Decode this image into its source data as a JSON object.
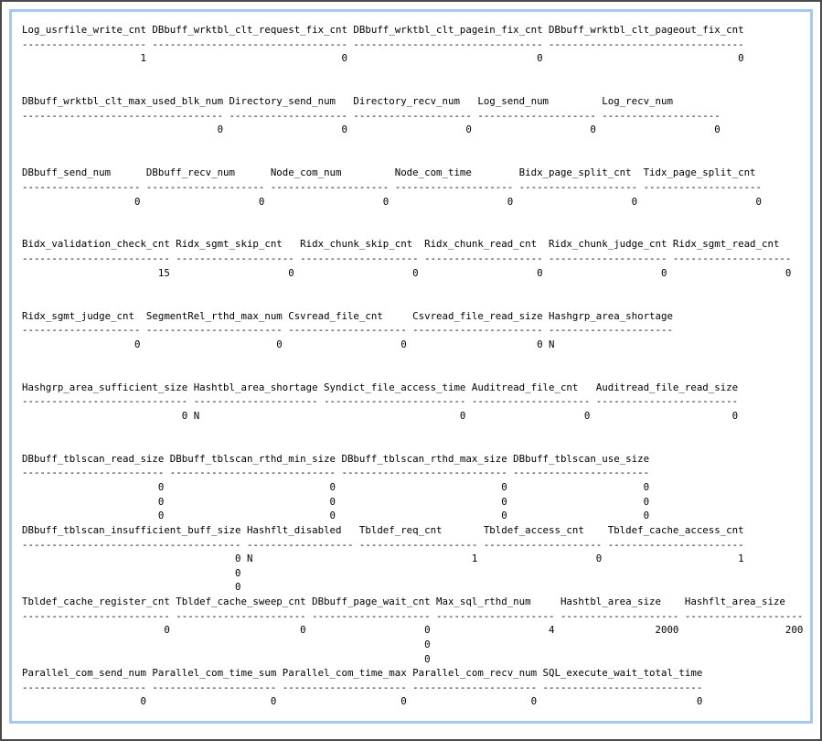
{
  "colors": {
    "frame_border": "#4a4a4a",
    "panel_border": "#a6c8f0",
    "background": "#ffffff",
    "text": "#000000"
  },
  "report": {
    "sections": [
      {
        "columns": [
          {
            "header": "Log_usrfile_write_cnt",
            "width": 21,
            "value_align": "right"
          },
          {
            "header": "DBbuff_wrktbl_clt_request_fix_cnt",
            "width": 33,
            "value_align": "right"
          },
          {
            "header": "DBbuff_wrktbl_clt_pagein_fix_cnt",
            "width": 32,
            "value_align": "right"
          },
          {
            "header": "DBbuff_wrktbl_clt_pageout_fix_cnt",
            "width": 33,
            "value_align": "right"
          }
        ],
        "rows": [
          [
            "1",
            "0",
            "0",
            "0"
          ]
        ],
        "blank_lines_after": 2
      },
      {
        "columns": [
          {
            "header": "DBbuff_wrktbl_clt_max_used_blk_num",
            "width": 34,
            "value_align": "right"
          },
          {
            "header": "Directory_send_num",
            "width": 20,
            "value_align": "right"
          },
          {
            "header": "Directory_recv_num",
            "width": 20,
            "value_align": "right"
          },
          {
            "header": "Log_send_num",
            "width": 20,
            "value_align": "right"
          },
          {
            "header": "Log_recv_num",
            "width": 20,
            "value_align": "right"
          }
        ],
        "rows": [
          [
            "0",
            "0",
            "0",
            "0",
            "0"
          ]
        ],
        "blank_lines_after": 2
      },
      {
        "columns": [
          {
            "header": "DBbuff_send_num",
            "width": 20,
            "value_align": "right"
          },
          {
            "header": "DBbuff_recv_num",
            "width": 20,
            "value_align": "right"
          },
          {
            "header": "Node_com_num",
            "width": 20,
            "value_align": "right"
          },
          {
            "header": "Node_com_time",
            "width": 20,
            "value_align": "right"
          },
          {
            "header": "Bidx_page_split_cnt",
            "width": 20,
            "value_align": "right"
          },
          {
            "header": "Tidx_page_split_cnt",
            "width": 20,
            "value_align": "right"
          }
        ],
        "rows": [
          [
            "0",
            "0",
            "0",
            "0",
            "0",
            "0"
          ]
        ],
        "blank_lines_after": 2
      },
      {
        "columns": [
          {
            "header": "Bidx_validation_check_cnt",
            "width": 25,
            "value_align": "right"
          },
          {
            "header": "Ridx_sgmt_skip_cnt",
            "width": 20,
            "value_align": "right"
          },
          {
            "header": "Ridx_chunk_skip_cnt",
            "width": 20,
            "value_align": "right"
          },
          {
            "header": "Ridx_chunk_read_cnt",
            "width": 20,
            "value_align": "right"
          },
          {
            "header": "Ridx_chunk_judge_cnt",
            "width": 20,
            "value_align": "right"
          },
          {
            "header": "Ridx_sgmt_read_cnt",
            "width": 20,
            "value_align": "right"
          }
        ],
        "rows": [
          [
            "15",
            "0",
            "0",
            "0",
            "0",
            "0"
          ]
        ],
        "blank_lines_after": 2
      },
      {
        "columns": [
          {
            "header": "Ridx_sgmt_judge_cnt",
            "width": 20,
            "value_align": "right"
          },
          {
            "header": "SegmentRel_rthd_max_num",
            "width": 23,
            "value_align": "right"
          },
          {
            "header": "Csvread_file_cnt",
            "width": 20,
            "value_align": "right"
          },
          {
            "header": "Csvread_file_read_size",
            "width": 22,
            "value_align": "right"
          },
          {
            "header": "Hashgrp_area_shortage",
            "width": 21,
            "value_align": "left"
          }
        ],
        "rows": [
          [
            "0",
            "0",
            "0",
            "0",
            "N"
          ]
        ],
        "blank_lines_after": 2
      },
      {
        "columns": [
          {
            "header": "Hashgrp_area_sufficient_size",
            "width": 28,
            "value_align": "right"
          },
          {
            "header": "Hashtbl_area_shortage",
            "width": 21,
            "value_align": "left"
          },
          {
            "header": "Syndict_file_access_time",
            "width": 24,
            "value_align": "right"
          },
          {
            "header": "Auditread_file_cnt",
            "width": 20,
            "value_align": "right"
          },
          {
            "header": "Auditread_file_read_size",
            "width": 24,
            "value_align": "right"
          }
        ],
        "rows": [
          [
            "0",
            "N",
            "0",
            "0",
            "0"
          ]
        ],
        "blank_lines_after": 2
      },
      {
        "columns": [
          {
            "header": "DBbuff_tblscan_read_size",
            "width": 24,
            "value_align": "right"
          },
          {
            "header": "DBbuff_tblscan_rthd_min_size",
            "width": 28,
            "value_align": "right"
          },
          {
            "header": "DBbuff_tblscan_rthd_max_size",
            "width": 28,
            "value_align": "right"
          },
          {
            "header": "DBbuff_tblscan_use_size",
            "width": 23,
            "value_align": "right"
          }
        ],
        "rows": [
          [
            "0",
            "0",
            "0",
            "0"
          ],
          [
            "0",
            "0",
            "0",
            "0"
          ],
          [
            "0",
            "0",
            "0",
            "0"
          ]
        ],
        "blank_lines_after": 0
      },
      {
        "columns": [
          {
            "header": "DBbuff_tblscan_insufficient_buff_size",
            "width": 37,
            "value_align": "right"
          },
          {
            "header": "Hashflt_disabled",
            "width": 18,
            "value_align": "left"
          },
          {
            "header": "Tbldef_req_cnt",
            "width": 20,
            "value_align": "right"
          },
          {
            "header": "Tbldef_access_cnt",
            "width": 20,
            "value_align": "right"
          },
          {
            "header": "Tbldef_cache_access_cnt",
            "width": 23,
            "value_align": "right"
          }
        ],
        "rows": [
          [
            "0",
            "N",
            "1",
            "0",
            "1"
          ],
          [
            "0",
            "",
            "",
            "",
            ""
          ],
          [
            "0",
            "",
            "",
            "",
            ""
          ]
        ],
        "blank_lines_after": 0
      },
      {
        "columns": [
          {
            "header": "Tbldef_cache_register_cnt",
            "width": 25,
            "value_align": "right"
          },
          {
            "header": "Tbldef_cache_sweep_cnt",
            "width": 22,
            "value_align": "right"
          },
          {
            "header": "DBbuff_page_wait_cnt",
            "width": 20,
            "value_align": "right"
          },
          {
            "header": "Max_sql_rthd_num",
            "width": 20,
            "value_align": "right"
          },
          {
            "header": "Hashtbl_area_size",
            "width": 20,
            "value_align": "right"
          },
          {
            "header": "Hashflt_area_size",
            "width": 20,
            "value_align": "right"
          }
        ],
        "rows": [
          [
            "0",
            "0",
            "0",
            "4",
            "2000",
            "200"
          ],
          [
            "",
            "",
            "0",
            "",
            "",
            ""
          ],
          [
            "",
            "",
            "0",
            "",
            "",
            ""
          ]
        ],
        "blank_lines_after": 0
      },
      {
        "columns": [
          {
            "header": "Parallel_com_send_num",
            "width": 21,
            "value_align": "right"
          },
          {
            "header": "Parallel_com_time_sum",
            "width": 21,
            "value_align": "right"
          },
          {
            "header": "Parallel_com_time_max",
            "width": 21,
            "value_align": "right"
          },
          {
            "header": "Parallel_com_recv_num",
            "width": 21,
            "value_align": "right"
          },
          {
            "header": "SQL_execute_wait_total_time",
            "width": 27,
            "value_align": "right"
          }
        ],
        "rows": [
          [
            "0",
            "0",
            "0",
            "0",
            "0"
          ]
        ],
        "blank_lines_after": 0
      }
    ]
  }
}
